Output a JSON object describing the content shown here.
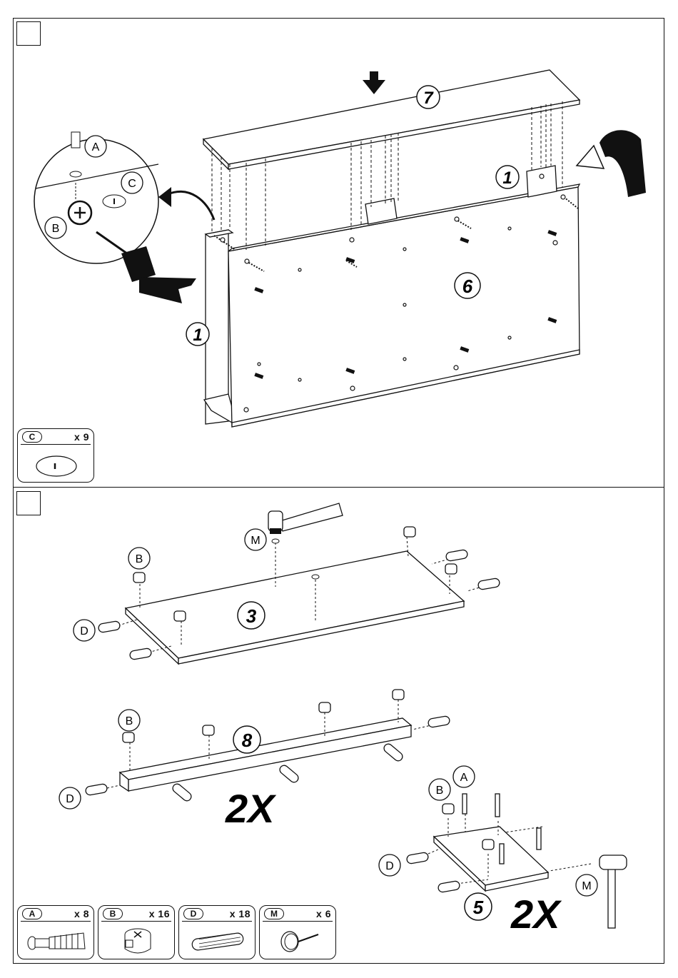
{
  "steps": [
    {
      "id": "step-upper",
      "callouts": {
        "panel_top": "7",
        "panel_side_left": "1",
        "panel_side_right": "1",
        "panel_back": "6",
        "zoom_a": "A",
        "zoom_b": "B",
        "zoom_c": "C"
      },
      "parts": [
        {
          "letter": "C",
          "qty": "x 9",
          "icon": "cam-lock-hole-icon"
        }
      ]
    },
    {
      "id": "step-lower",
      "callouts": {
        "panel_3": "3",
        "panel_8": "8",
        "panel_5": "5",
        "label_m": "M",
        "label_b1": "B",
        "label_d1": "D",
        "label_b2": "B",
        "label_d2": "D",
        "label_a3": "A",
        "label_b3": "B",
        "label_d3": "D",
        "label_m3": "M",
        "repeat_8": "2X",
        "repeat_5": "2X"
      },
      "parts": [
        {
          "letter": "A",
          "qty": "x 8",
          "icon": "cam-bolt-icon"
        },
        {
          "letter": "B",
          "qty": "x 16",
          "icon": "cam-lock-icon"
        },
        {
          "letter": "D",
          "qty": "x 18",
          "icon": "wooden-dowel-icon"
        },
        {
          "letter": "M",
          "qty": "x 6",
          "icon": "nail-icon"
        }
      ]
    }
  ]
}
